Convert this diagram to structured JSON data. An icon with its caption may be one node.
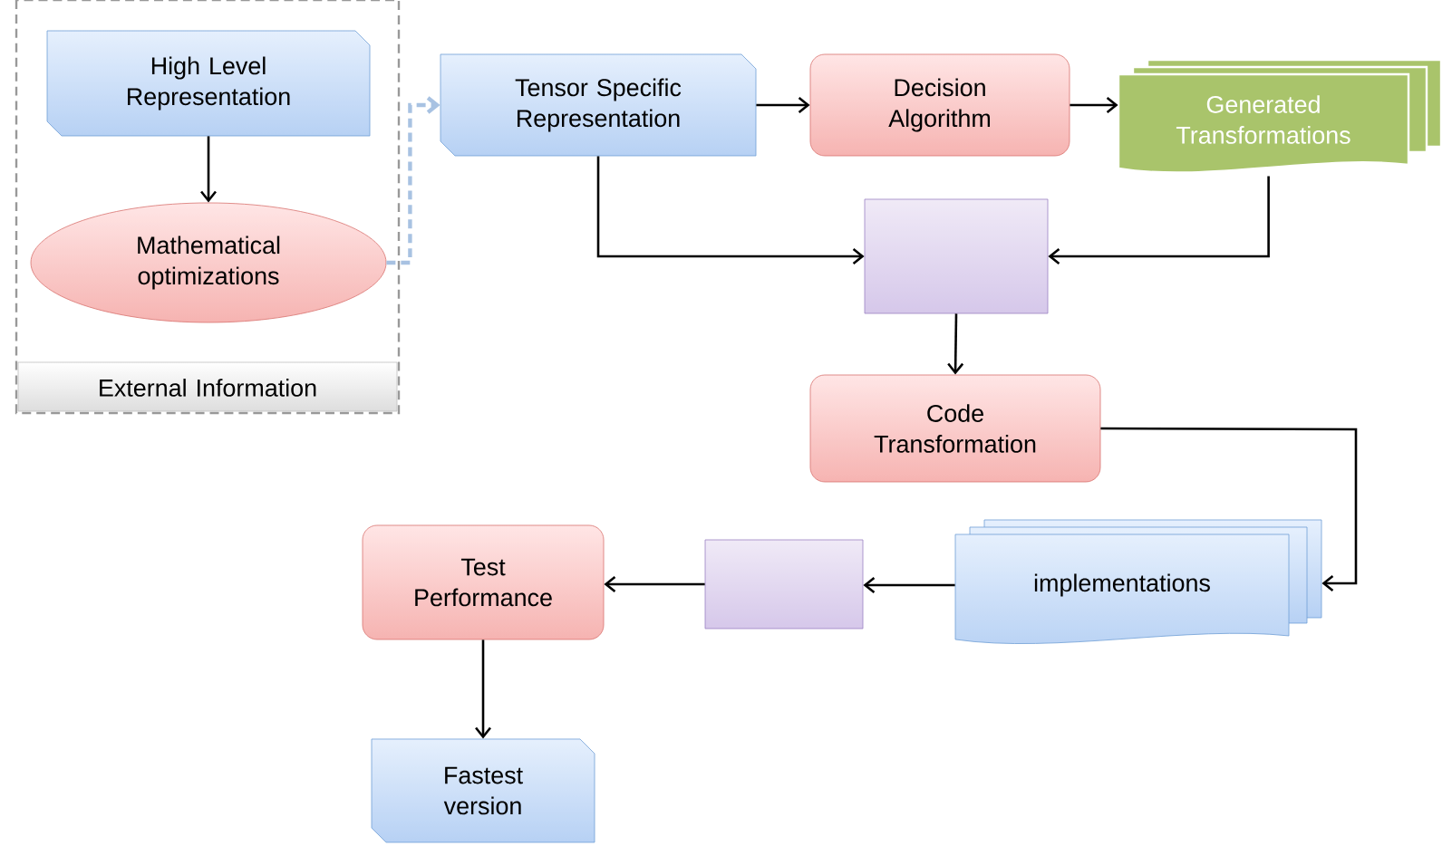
{
  "diagram": {
    "nodes": [
      {
        "text": [
          "External Information"
        ]
      },
      {
        "text": [
          "High Level Representation"
        ],
        "in": 0
      },
      {
        "text": [
          "Mathematical optimizations"
        ],
        "in": 0
      },
      {
        "text": [
          "Tensor Specific Representation"
        ]
      },
      {
        "text": [
          "Decision Algorithm"
        ]
      },
      {
        "text": [
          "Generated Transformations"
        ]
      },
      {
        "text": [],
        "shape": "box"
      },
      {
        "text": [
          "Code Transformation"
        ]
      },
      {
        "text": [
          "implementations"
        ]
      },
      {
        "text": [],
        "shape": "box"
      },
      {
        "text": [
          "Test Performance"
        ]
      },
      {
        "text": [
          "Fastest version"
        ]
      }
    ],
    "edges": [
      {
        "from": 1,
        "to": 2,
        "arrow": "to"
      },
      {
        "from": 2,
        "to": 3,
        "arrow": "to",
        "style": "dashed",
        "color": "#a8c2e2"
      },
      {
        "from": 3,
        "to": 4,
        "arrow": "to"
      },
      {
        "from": 4,
        "to": 5,
        "arrow": "to"
      },
      {
        "from": 3,
        "to": 6,
        "arrow": "to"
      },
      {
        "from": 5,
        "to": 6,
        "arrow": "to"
      },
      {
        "from": 6,
        "to": 7,
        "arrow": "to"
      },
      {
        "from": 7,
        "to": 8,
        "arrow": "to"
      },
      {
        "from": 8,
        "to": 9,
        "arrow": "to"
      },
      {
        "from": 9,
        "to": 10,
        "arrow": "to"
      },
      {
        "from": 10,
        "to": 11,
        "arrow": "to"
      }
    ]
  }
}
